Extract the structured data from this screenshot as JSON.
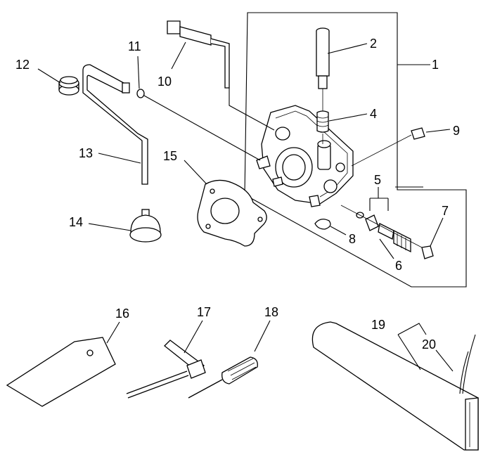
{
  "callouts": {
    "p1": "1",
    "p2": "2",
    "p4": "4",
    "p5": "5",
    "p6": "6",
    "p7": "7",
    "p8": "8",
    "p9": "9",
    "p10": "10",
    "p11": "11",
    "p12": "12",
    "p13": "13",
    "p14": "14",
    "p15": "15",
    "p16": "16",
    "p17": "17",
    "p18": "18",
    "p19": "19",
    "p20": "20"
  }
}
